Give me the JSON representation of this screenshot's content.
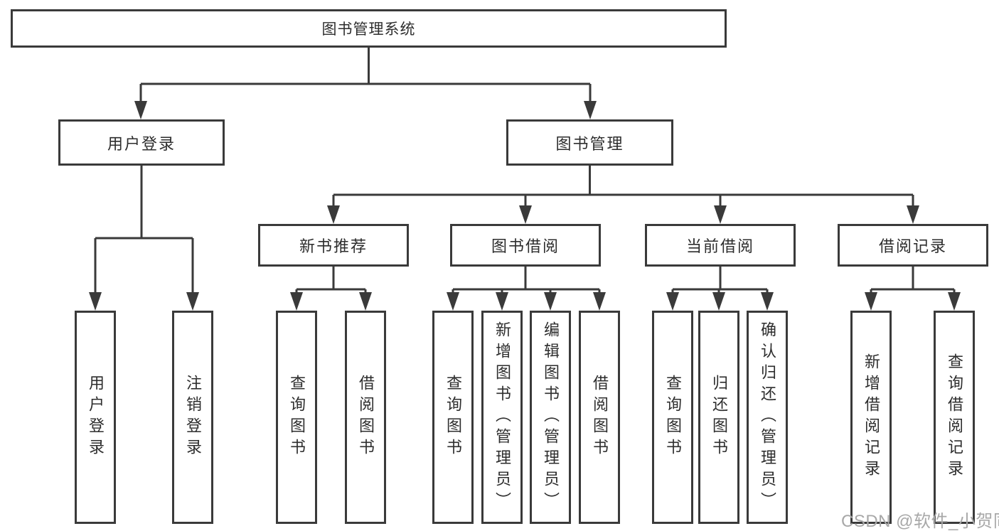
{
  "colors": {
    "line": "#3a3a3a",
    "text": "#2d2d2d",
    "background": "#ffffff",
    "watermark": "#a8a8a8"
  },
  "tree": {
    "root": {
      "label": "图书管理系统"
    },
    "branches": [
      {
        "label": "用户登录",
        "leaves": [
          {
            "label": "用户登录"
          },
          {
            "label": "注销登录"
          }
        ]
      },
      {
        "label": "图书管理",
        "sections": [
          {
            "label": "新书推荐",
            "leaves": [
              {
                "label": "查询图书"
              },
              {
                "label": "借阅图书"
              }
            ]
          },
          {
            "label": "图书借阅",
            "leaves": [
              {
                "label": "查询图书"
              },
              {
                "label": "新增图书（管理员）"
              },
              {
                "label": "编辑图书（管理员）"
              },
              {
                "label": "借阅图书"
              }
            ]
          },
          {
            "label": "当前借阅",
            "leaves": [
              {
                "label": "查询图书"
              },
              {
                "label": "归还图书"
              },
              {
                "label": "确认归还（管理员）"
              }
            ]
          },
          {
            "label": "借阅记录",
            "leaves": [
              {
                "label": "新增借阅记录"
              },
              {
                "label": "查询借阅记录"
              }
            ]
          }
        ]
      }
    ]
  },
  "watermark": {
    "text": "CSDN @软件_小贺同学"
  }
}
